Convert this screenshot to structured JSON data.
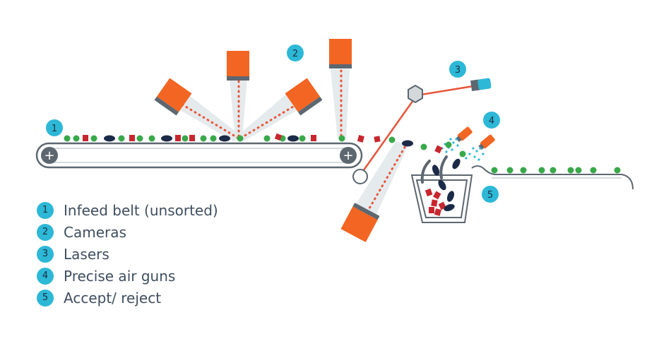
{
  "markers": [
    "1",
    "2",
    "3",
    "4",
    "5"
  ],
  "legend": [
    {
      "num": "1",
      "label": "Infeed belt (unsorted)"
    },
    {
      "num": "2",
      "label": "Cameras"
    },
    {
      "num": "3",
      "label": "Lasers"
    },
    {
      "num": "4",
      "label": "Precise air guns"
    },
    {
      "num": "5",
      "label": "Accept/ reject"
    }
  ],
  "colors": {
    "camera": "#f26522",
    "camera_band": "#5d6770",
    "beam": "#e8553a",
    "laser_tip": "#2cb8d6",
    "badge": "#2cb8d6",
    "accept_item": "#39a84a",
    "reject_item": "#c8262e",
    "foreign_item": "#1b2a47",
    "belt": "#5d6770",
    "air": "#2cb8d6"
  }
}
